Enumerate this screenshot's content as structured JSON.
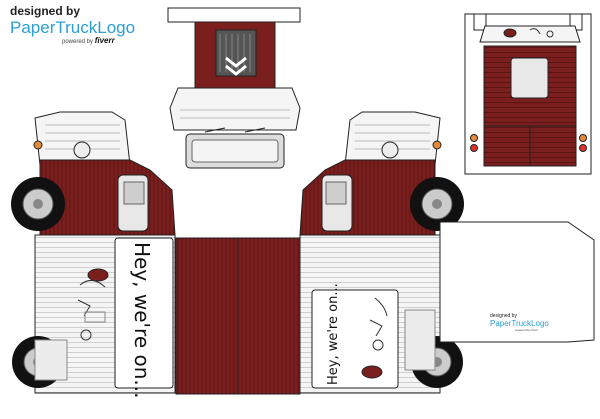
{
  "brand_top": {
    "line1": "designed by",
    "line2": "PaperTruckLogo",
    "powered_by": "powered by",
    "platform": "fiverr"
  },
  "brand_bottom": {
    "line1": "designed by",
    "line2": "PaperTruckLogo",
    "powered_by": "powered by",
    "platform": "fiverr"
  },
  "side_banner_left": "Hey, we're on...",
  "side_banner_right": "Hey, we're on...",
  "colors": {
    "body_red": "#7a1e1e",
    "body_red_dark": "#5c1414",
    "panel_white": "#f3f3f3",
    "outline": "#222222",
    "brand_blue": "#2a9fd6"
  },
  "icons": [
    "fiverr-doodle-icon",
    "wheel-icon",
    "grille-icon",
    "tail-light-icon"
  ]
}
